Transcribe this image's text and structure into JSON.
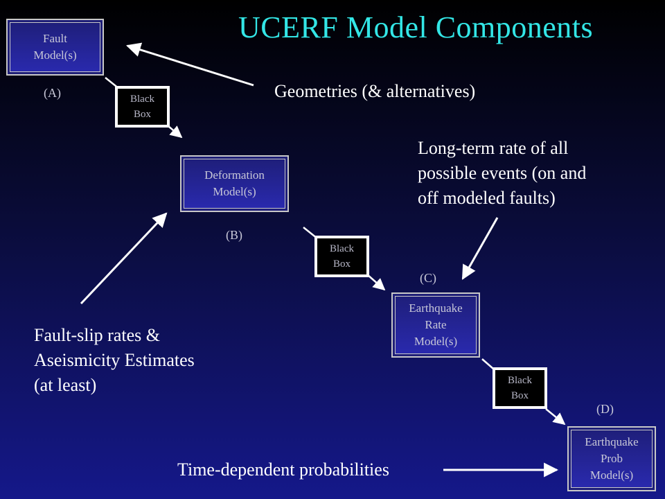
{
  "title": "UCERF Model Components",
  "boxes": {
    "fault": [
      "Fault",
      "Model(s)"
    ],
    "deformation": [
      "Deformation",
      "Model(s)"
    ],
    "eq_rate": [
      "Earthquake",
      "Rate",
      "Model(s)"
    ],
    "eq_prob": [
      "Earthquake",
      "Prob",
      "Model(s)"
    ]
  },
  "black_box": [
    "Black",
    "Box"
  ],
  "tags": {
    "a": "(A)",
    "b": "(B)",
    "c": "(C)",
    "d": "(D)"
  },
  "annotations": {
    "geometries": "Geometries (& alternatives)",
    "long_term": [
      "Long-term rate of all",
      "possible events (on and",
      "off modeled faults)"
    ],
    "fault_slip": [
      "Fault-slip rates &",
      "Aseismicity Estimates",
      "(at least)"
    ],
    "time_dependent": "Time-dependent probabilities"
  },
  "colors": {
    "title": "#33e6e6",
    "box_fill": "#24249a",
    "box_border": "#c8c8c8",
    "text": "#ffffff"
  }
}
